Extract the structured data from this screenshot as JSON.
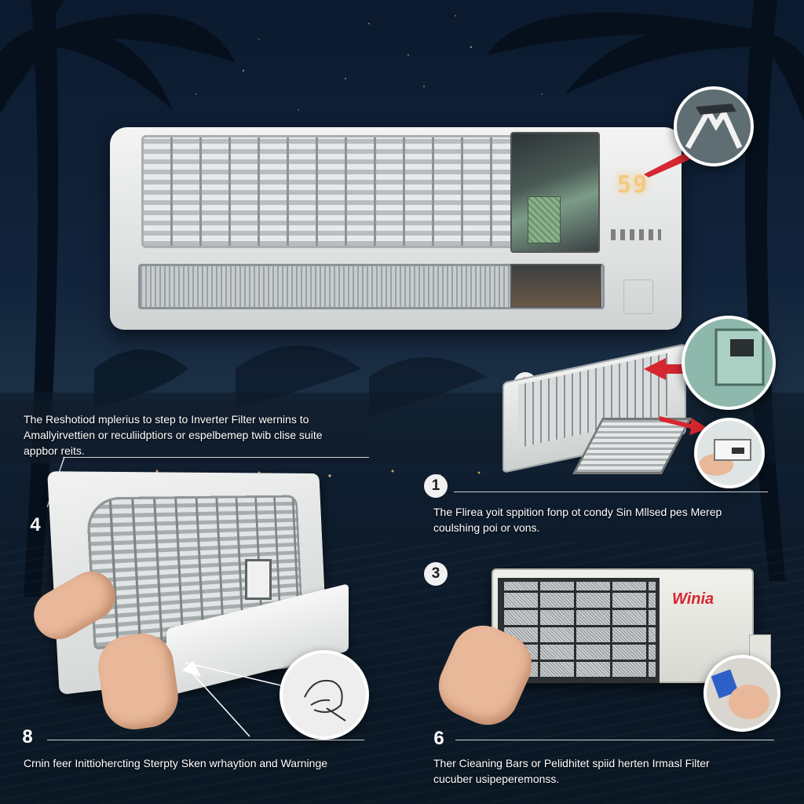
{
  "unit": {
    "display_reading": "59",
    "brand": "Winia"
  },
  "intro": {
    "lines": [
      "The Reshotiod mplerius to step to Inverter Filter wernins to",
      "Amallyirvettien or reculiidptiors or espelbemep twib clise suite",
      "appbor reits."
    ]
  },
  "steps": [
    {
      "number": "2"
    },
    {
      "number": "1",
      "lines": [
        "The Flirea yoit sppition fonp ot condy Sin Mllsed pes Merep",
        "coulshing poi or vons."
      ]
    },
    {
      "number": "4"
    },
    {
      "number": "3"
    },
    {
      "number": "8",
      "lines": [
        "Crnin feer Inittiohercting Sterpty Sken wrhaytion and Warninge"
      ]
    },
    {
      "number": "6",
      "lines": [
        "Ther Cieaning Bars or Pelidhitet spiid herten Irmasl Filter",
        "cucuber usipeperemonss."
      ]
    }
  ],
  "colors": {
    "night_sky": "#0b1a2e",
    "accent_red": "#d6262f",
    "display_amber": "#f2c982",
    "unit_white": "#eef0ef"
  },
  "icons": {
    "top_callout": "installation-tool-icon",
    "step2_callout": "filter-compartment-icon",
    "step2_tab": "filter-tab-icon",
    "step4_callout": "hand-wiping-icon",
    "step3_callout": "blue-clip-icon"
  }
}
